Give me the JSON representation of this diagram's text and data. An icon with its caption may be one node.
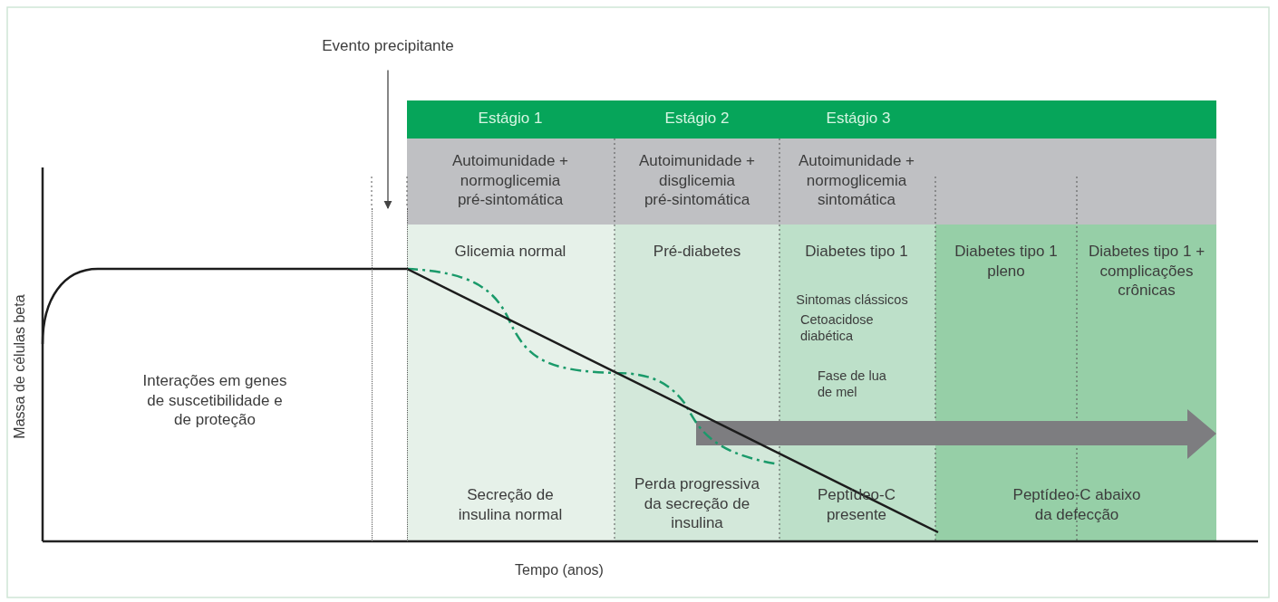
{
  "diagram": {
    "nodes": [
      {
        "text": [
          "Evento precipitante"
        ]
      },
      {
        "text": [],
        "shape": "box"
      }
    ],
    "edges": [
      {
        "from": 0,
        "to": 1,
        "arrow": "to"
      }
    ],
    "labels": [
      "Estágio 1",
      "Estágio 2",
      "Estágio 3",
      "Autoimunidade + normoglicemia pré-sintomática",
      "Autoimunidade + disglicemia pré-sintomática",
      "Autoimunidade + normoglicemia sintomática",
      "Massa de células beta",
      "Glicemia normal",
      "Pré-diabetes",
      "Diabetes tipo 1",
      "Diabetes tipo 1 pleno",
      "Diabetes tipo 1 + complicações crônicas",
      "Sintomas clássicos",
      "Cetoacidose diabética",
      "Fase de lua de mel",
      "Interações em genes de suscetibilidade e de proteção",
      "Secreção de insulina normal",
      "Perda progressiva da secreção de insulina",
      "Peptídeo-C presente",
      "Peptídeo-C abaixo da defecção",
      "Tempo (anos)"
    ]
  }
}
